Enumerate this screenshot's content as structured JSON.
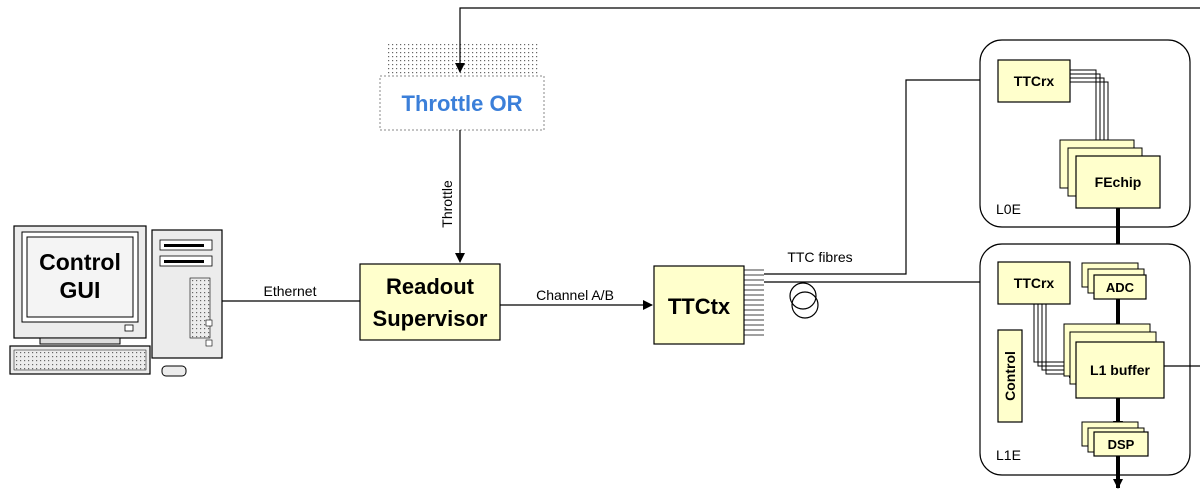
{
  "diagram": {
    "control_gui": {
      "line1": "Control",
      "line2": "GUI"
    },
    "throttle_or": {
      "label": "Throttle OR"
    },
    "throttle_line": {
      "label": "Throttle"
    },
    "readout_supervisor": {
      "line1": "Readout",
      "line2": "Supervisor"
    },
    "ethernet": {
      "label": "Ethernet"
    },
    "channel": {
      "label": "Channel A/B"
    },
    "ttctx": {
      "label": "TTCtx"
    },
    "ttc_fibres": {
      "label": "TTC fibres"
    },
    "l0e": {
      "label": "L0E",
      "ttcrx": "TTCrx",
      "fechip": "FEchip"
    },
    "l1e": {
      "label": "L1E",
      "ttcrx": "TTCrx",
      "adc": "ADC",
      "l1_buffer": "L1 buffer",
      "dsp": "DSP",
      "control": "Control"
    },
    "colors": {
      "box_fill": "#ffffcc",
      "throttle_or_text": "#3b7fd9",
      "stroke": "#000000"
    }
  }
}
